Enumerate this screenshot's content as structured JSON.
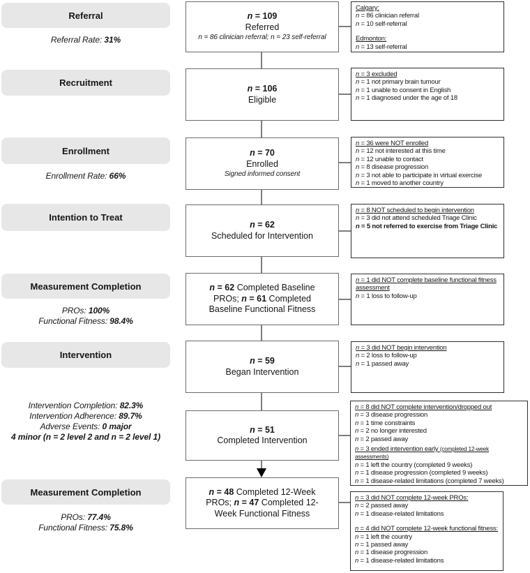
{
  "colors": {
    "stage_bg": "#e7e7e7",
    "flow_border": "#6b6b6b",
    "side_border": "#2e2e2e",
    "connector": "#7d7d7d",
    "arrow": "#000000"
  },
  "stage_boxes": [
    {
      "label": "Referral"
    },
    {
      "label": "Recruitment"
    },
    {
      "label": "Enrollment"
    },
    {
      "label": "Intention to Treat"
    },
    {
      "label": "Measurement Completion"
    },
    {
      "label": "Intervention"
    },
    {
      "label": "Measurement Completion"
    }
  ],
  "stat_blocks": [
    {
      "lines": [
        [
          {
            "t": "Referral Rate: ",
            "c": "i"
          },
          {
            "t": "31%",
            "c": "bi"
          }
        ]
      ]
    },
    {
      "lines": [
        [
          {
            "t": "Enrollment Rate: ",
            "c": "i"
          },
          {
            "t": "66%",
            "c": "bi"
          }
        ]
      ]
    },
    {
      "lines": [
        [
          {
            "t": "PROs: ",
            "c": "i"
          },
          {
            "t": "100%",
            "c": "bi"
          }
        ],
        [
          {
            "t": "Functional Fitness: ",
            "c": "i"
          },
          {
            "t": "98.4%",
            "c": "bi"
          }
        ]
      ]
    },
    {
      "lines": [
        [
          {
            "t": "Intervention Completion: ",
            "c": "i"
          },
          {
            "t": "82.3%",
            "c": "bi"
          }
        ],
        [
          {
            "t": "Intervention Adherence: ",
            "c": "i"
          },
          {
            "t": "89.7%",
            "c": "bi"
          }
        ],
        [
          {
            "t": "Adverse Events: ",
            "c": "i"
          },
          {
            "t": "0 major",
            "c": "bi"
          }
        ],
        [
          {
            "t": "4 minor (n = 2 level 2 and n = 2 level 1)",
            "c": "bi"
          }
        ]
      ]
    },
    {
      "lines": [
        [
          {
            "t": "PROs: ",
            "c": "i"
          },
          {
            "t": "77.4%",
            "c": "bi"
          }
        ],
        [
          {
            "t": "Functional Fitness: ",
            "c": "i"
          },
          {
            "t": "75.8%",
            "c": "bi"
          }
        ]
      ]
    }
  ],
  "flow_boxes": [
    {
      "lines": [
        [
          {
            "t": "n",
            "c": "bi"
          },
          {
            "t": " = 109",
            "c": "b"
          }
        ],
        [
          {
            "t": "Referred",
            "c": ""
          }
        ],
        {
          "cls": "note",
          "segs": [
            {
              "t": "n = 86 clinician referral; n = 23 self-referral",
              "c": "i"
            }
          ]
        }
      ]
    },
    {
      "lines": [
        [
          {
            "t": "n",
            "c": "bi"
          },
          {
            "t": " = 106",
            "c": "b"
          }
        ],
        [
          {
            "t": "Eligible",
            "c": ""
          }
        ]
      ]
    },
    {
      "lines": [
        [
          {
            "t": "n",
            "c": "bi"
          },
          {
            "t": " = 70",
            "c": "b"
          }
        ],
        [
          {
            "t": "Enrolled",
            "c": ""
          }
        ],
        {
          "cls": "note",
          "segs": [
            {
              "t": "Signed informed consent",
              "c": "i"
            }
          ]
        }
      ]
    },
    {
      "lines": [
        [
          {
            "t": "n",
            "c": "bi"
          },
          {
            "t": " = 62",
            "c": "b"
          }
        ],
        [
          {
            "t": "Scheduled for Intervention",
            "c": ""
          }
        ]
      ]
    },
    {
      "lines": [
        [
          {
            "t": "n",
            "c": "bi"
          },
          {
            "t": " = 62",
            "c": "b"
          },
          {
            "t": " Completed Baseline",
            "c": ""
          }
        ],
        [
          {
            "t": "PROs; ",
            "c": ""
          },
          {
            "t": "n",
            "c": "bi"
          },
          {
            "t": " = 61",
            "c": "b"
          },
          {
            "t": " Completed",
            "c": ""
          }
        ],
        [
          {
            "t": "Baseline Functional Fitness",
            "c": ""
          }
        ]
      ]
    },
    {
      "lines": [
        [
          {
            "t": "n",
            "c": "bi"
          },
          {
            "t": " = 59",
            "c": "b"
          }
        ],
        [
          {
            "t": "Began Intervention",
            "c": ""
          }
        ]
      ]
    },
    {
      "lines": [
        [
          {
            "t": "n",
            "c": "bi"
          },
          {
            "t": " = 51",
            "c": "b"
          }
        ],
        [
          {
            "t": "Completed Intervention",
            "c": ""
          }
        ]
      ]
    },
    {
      "lines": [
        [
          {
            "t": "n",
            "c": "bi"
          },
          {
            "t": " = 48",
            "c": "b"
          },
          {
            "t": " Completed 12-Week",
            "c": ""
          }
        ],
        [
          {
            "t": "PROs; ",
            "c": ""
          },
          {
            "t": "n",
            "c": "bi"
          },
          {
            "t": " = 47",
            "c": "b"
          },
          {
            "t": " Completed 12-",
            "c": ""
          }
        ],
        [
          {
            "t": "Week Functional Fitness",
            "c": ""
          }
        ]
      ]
    }
  ],
  "side_boxes": [
    {
      "lines": [
        [
          {
            "t": "Calgary:",
            "c": "u"
          }
        ],
        [
          {
            "t": "n",
            "c": "i"
          },
          {
            "t": " = 86 clinician referral",
            "c": ""
          }
        ],
        [
          {
            "t": "n",
            "c": "i"
          },
          {
            "t": " = 10 self-referral",
            "c": ""
          }
        ],
        {
          "cls": "gap",
          "segs": [
            {
              "t": "Edmonton:",
              "c": "u"
            }
          ]
        },
        [
          {
            "t": "n",
            "c": "i"
          },
          {
            "t": " = 13 self-referral",
            "c": ""
          }
        ]
      ]
    },
    {
      "lines": [
        [
          {
            "t": "n",
            "c": "iu"
          },
          {
            "t": " = 3 excluded",
            "c": "u"
          }
        ],
        [
          {
            "t": "n",
            "c": "i"
          },
          {
            "t": " = 1 not primary brain tumour",
            "c": ""
          }
        ],
        [
          {
            "t": "n",
            "c": "i"
          },
          {
            "t": " = 1 unable to consent in English",
            "c": ""
          }
        ],
        [
          {
            "t": "n",
            "c": "i"
          },
          {
            "t": " = 1 diagnosed under the age of 18",
            "c": ""
          }
        ]
      ]
    },
    {
      "lines": [
        [
          {
            "t": "n",
            "c": "iu"
          },
          {
            "t": " = 36 were NOT enrolled",
            "c": "u"
          }
        ],
        [
          {
            "t": "n",
            "c": "i"
          },
          {
            "t": " = 12 not interested at this time",
            "c": ""
          }
        ],
        [
          {
            "t": "n",
            "c": "i"
          },
          {
            "t": " = 12 unable to contact",
            "c": ""
          }
        ],
        [
          {
            "t": "n",
            "c": "i"
          },
          {
            "t": " = 8 disease progression",
            "c": ""
          }
        ],
        [
          {
            "t": "n",
            "c": "i"
          },
          {
            "t": " = 3 not able to participate in virtual exercise",
            "c": ""
          }
        ],
        [
          {
            "t": "n",
            "c": "i"
          },
          {
            "t": " = 1 moved to another country",
            "c": ""
          }
        ]
      ]
    },
    {
      "lines": [
        [
          {
            "t": "n",
            "c": "iu"
          },
          {
            "t": " = 8 NOT scheduled to begin intervention",
            "c": "u"
          }
        ],
        [
          {
            "t": "n",
            "c": "i"
          },
          {
            "t": " = 3 did not attend scheduled Triage Clinic",
            "c": ""
          }
        ],
        [
          {
            "t": "n",
            "c": "bi"
          },
          {
            "t": " = 5 not referred to exercise from Triage Clinic",
            "c": "b"
          }
        ]
      ]
    },
    {
      "lines": [
        [
          {
            "t": "n",
            "c": "iu"
          },
          {
            "t": " = 1 did NOT complete baseline functional fitness assessment",
            "c": "u"
          }
        ],
        [
          {
            "t": "n",
            "c": "i"
          },
          {
            "t": " = 1 loss to follow-up",
            "c": ""
          }
        ]
      ]
    },
    {
      "lines": [
        [
          {
            "t": "n",
            "c": "iu"
          },
          {
            "t": " = 3 did NOT begin intervention",
            "c": "u"
          }
        ],
        [
          {
            "t": "n",
            "c": "i"
          },
          {
            "t": " = 2 loss to follow-up",
            "c": ""
          }
        ],
        [
          {
            "t": "n",
            "c": "i"
          },
          {
            "t": " = 1 passed away",
            "c": ""
          }
        ]
      ]
    },
    {
      "lines": [
        [
          {
            "t": "n",
            "c": "iu"
          },
          {
            "t": " = 8 did NOT complete intervention/dropped out",
            "c": "u"
          }
        ],
        [
          {
            "t": "n",
            "c": "i"
          },
          {
            "t": " = 3 disease progression",
            "c": ""
          }
        ],
        [
          {
            "t": "n",
            "c": "i"
          },
          {
            "t": " = 1 time constraints",
            "c": ""
          }
        ],
        [
          {
            "t": "n",
            "c": "i"
          },
          {
            "t": " = 2 no longer interested",
            "c": ""
          }
        ],
        [
          {
            "t": "n",
            "c": "i"
          },
          {
            "t": " = 2 passed away",
            "c": ""
          }
        ],
        {
          "cls": "gap-sm",
          "segs": [
            {
              "t": "n",
              "c": "iu"
            },
            {
              "t": " = 3 ended intervention early ",
              "c": "u"
            },
            {
              "t": "(completed 12-week assessments)",
              "c": "u sm"
            }
          ]
        },
        [
          {
            "t": "n",
            "c": "i"
          },
          {
            "t": " = 1 left the country (completed 9 weeks)",
            "c": ""
          }
        ],
        [
          {
            "t": "n",
            "c": "i"
          },
          {
            "t": " = 1 disease progression (completed 9 weeks)",
            "c": ""
          }
        ],
        [
          {
            "t": "n",
            "c": "i"
          },
          {
            "t": " = 1 disease-related limitations (completed 7 weeks)",
            "c": ""
          }
        ]
      ]
    },
    {
      "lines": [
        [
          {
            "t": "n",
            "c": "iu"
          },
          {
            "t": " = 3 did NOT complete 12-week PROs:",
            "c": "u"
          }
        ],
        [
          {
            "t": "n",
            "c": "i"
          },
          {
            "t": " = 2 passed away",
            "c": ""
          }
        ],
        [
          {
            "t": "n",
            "c": "i"
          },
          {
            "t": " = 1 disease-related limitations",
            "c": ""
          }
        ],
        {
          "cls": "gap",
          "segs": [
            {
              "t": "n",
              "c": "iu"
            },
            {
              "t": " = 4 did NOT complete 12-week functional fitness:",
              "c": "u"
            }
          ]
        },
        [
          {
            "t": "n",
            "c": "i"
          },
          {
            "t": " = 1 left the country",
            "c": ""
          }
        ],
        [
          {
            "t": "n",
            "c": "i"
          },
          {
            "t": " = 1 passed away",
            "c": ""
          }
        ],
        [
          {
            "t": "n",
            "c": "i"
          },
          {
            "t": " = 1 disease progression",
            "c": ""
          }
        ],
        [
          {
            "t": "n",
            "c": "i"
          },
          {
            "t": " = 1 disease-related limitations",
            "c": ""
          }
        ]
      ]
    }
  ]
}
